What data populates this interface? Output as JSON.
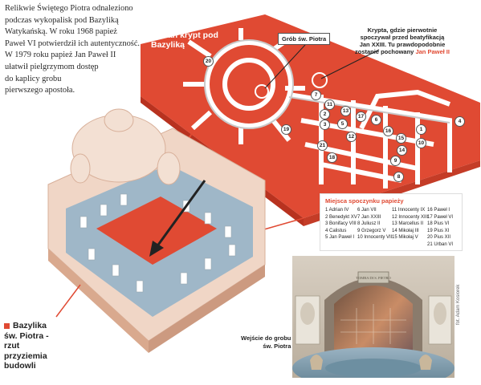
{
  "intro": {
    "lines": [
      "Relikwie Świętego Piotra odnaleziono",
      "podczas wykopalisk pod Bazyliką",
      "Watykańską. W roku 1968 papież",
      "Paweł VI potwierdził ich autentyczność.",
      "W 1979 roku papież Jan Paweł II",
      "ułatwił pielgrzymom dostęp",
      "do kaplicy grobu",
      "pierwszego apostoła."
    ]
  },
  "plan": {
    "title_line1": "Plan krypt pod",
    "title_line2": "Bazyliką"
  },
  "callouts": {
    "grob": "Grób św. Piotra",
    "krypta_line1": "Krypta, gdzie pierwotnie",
    "krypta_line2": "spoczywał przed beatyfikacją",
    "krypta_line3": "Jan XXIII. Tu prawdopodobnie",
    "krypta_line4_a": "zostanie pochowany",
    "krypta_line4_b": "Jan Paweł II"
  },
  "plan_numbers": [
    "20",
    "7",
    "11",
    "2",
    "13",
    "17",
    "6",
    "3",
    "5",
    "12",
    "4",
    "16",
    "1",
    "19",
    "15",
    "21",
    "10",
    "14",
    "9",
    "18",
    "8"
  ],
  "legend": {
    "title": "Miejsca spoczynku papieży",
    "columns": [
      [
        "1 Adrian IV",
        "2 Benedykt XV",
        "3 Bonifacy VIII",
        "4 Calistus",
        "5 Jan Paweł I"
      ],
      [
        "6 Jan VII",
        "7 Jan XXIII",
        "8 Juliusz II",
        "9 Grzegorz V",
        "10 Innocenty VII"
      ],
      [
        "11 Innocenty IX",
        "12 Innocenty XIII",
        "13 Marcellus II",
        "14 Mikołaj III",
        "15 Mikołaj V"
      ],
      [
        "16 Paweł I",
        "17 Paweł VI",
        "18 Pius VI",
        "19 Pius XI",
        "20 Pius XII",
        "21 Urban VI"
      ]
    ]
  },
  "basilica_label": {
    "line1": "Bazylika",
    "line2": "św. Piotra -",
    "line3": "rzut",
    "line4": "przyziemia",
    "line5": "budowli"
  },
  "entry_label": {
    "line1": "Wejście do grobu",
    "line2": "św. Piotra"
  },
  "photo_sign": "TOMBA DI S. PIETRO",
  "photo_credit": "fot. Adam Kosiorek",
  "colors": {
    "accent": "#e04a33",
    "floor": "#9fb7c8",
    "building": "#e8c7b5"
  }
}
